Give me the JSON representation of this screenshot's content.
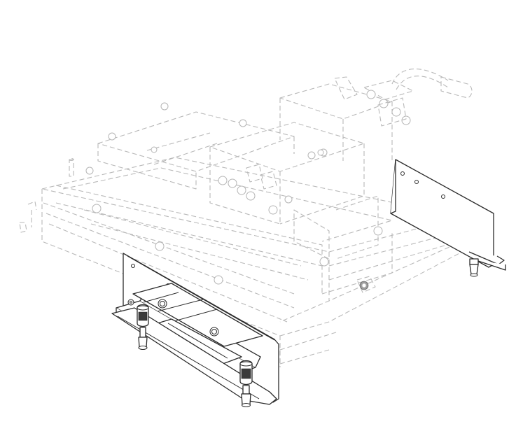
{
  "diagram": {
    "style": "technical-line-drawing",
    "view": "isometric",
    "colors": {
      "background": "#ffffff",
      "highlight_line": "#2b2b2b",
      "ghost_line": "#b9b9b9"
    },
    "highlighted_parts": [
      "front-mounting-bracket",
      "rear-mounting-bracket",
      "leveling-feet"
    ],
    "ghosted_parts": [
      "base-plate",
      "frame-rails",
      "valve-block",
      "hydraulic-fittings",
      "control-handle",
      "guide-pin"
    ]
  }
}
